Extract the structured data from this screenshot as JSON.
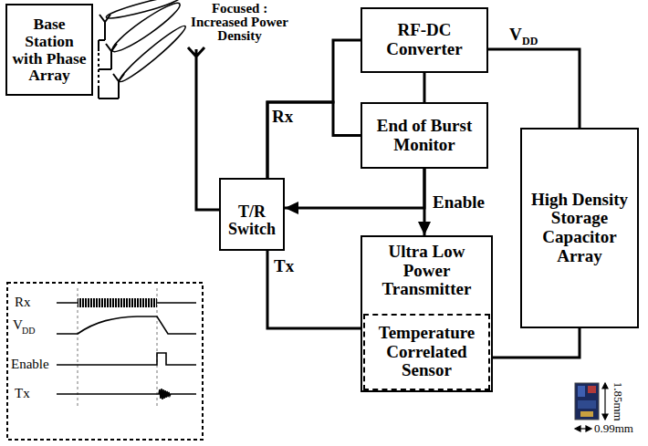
{
  "diagram": {
    "nodes": [
      {
        "text": [
          "Base Station with Phase Array"
        ]
      },
      {
        "text": [
          "RF-DC Converter"
        ]
      },
      {
        "text": [
          "End of Burst Monitor"
        ]
      },
      {
        "text": [
          "T/R Switch"
        ]
      },
      {
        "text": [
          "High Density Storage Capacitor Array"
        ]
      },
      {
        "text": [
          "Ultra Low Power Transmitter"
        ]
      },
      {
        "text": [
          "Temperature Correlated Sensor"
        ],
        "in": 5
      }
    ],
    "edges": [
      {
        "from": 3,
        "to": 1,
        "arrow": "none",
        "label": "Rx"
      },
      {
        "from": 3,
        "to": 2,
        "arrow": "none"
      },
      {
        "from": 1,
        "to": 2,
        "arrow": "none"
      },
      {
        "from": 1,
        "to": 4,
        "arrow": "none"
      },
      {
        "from": 2,
        "to": 3,
        "arrow": "to"
      },
      {
        "from": 2,
        "to": 5,
        "arrow": "to",
        "label": "Enable"
      },
      {
        "from": 3,
        "to": 5,
        "arrow": "none",
        "label": "Tx"
      },
      {
        "from": 4,
        "to": 5,
        "arrow": "none"
      }
    ],
    "labels": [
      "Focused : Increased Power Density",
      "Rx",
      "V",
      "DD",
      "Enable",
      "Tx",
      "V",
      "DD",
      "1.85mm",
      "0.99mm"
    ]
  }
}
